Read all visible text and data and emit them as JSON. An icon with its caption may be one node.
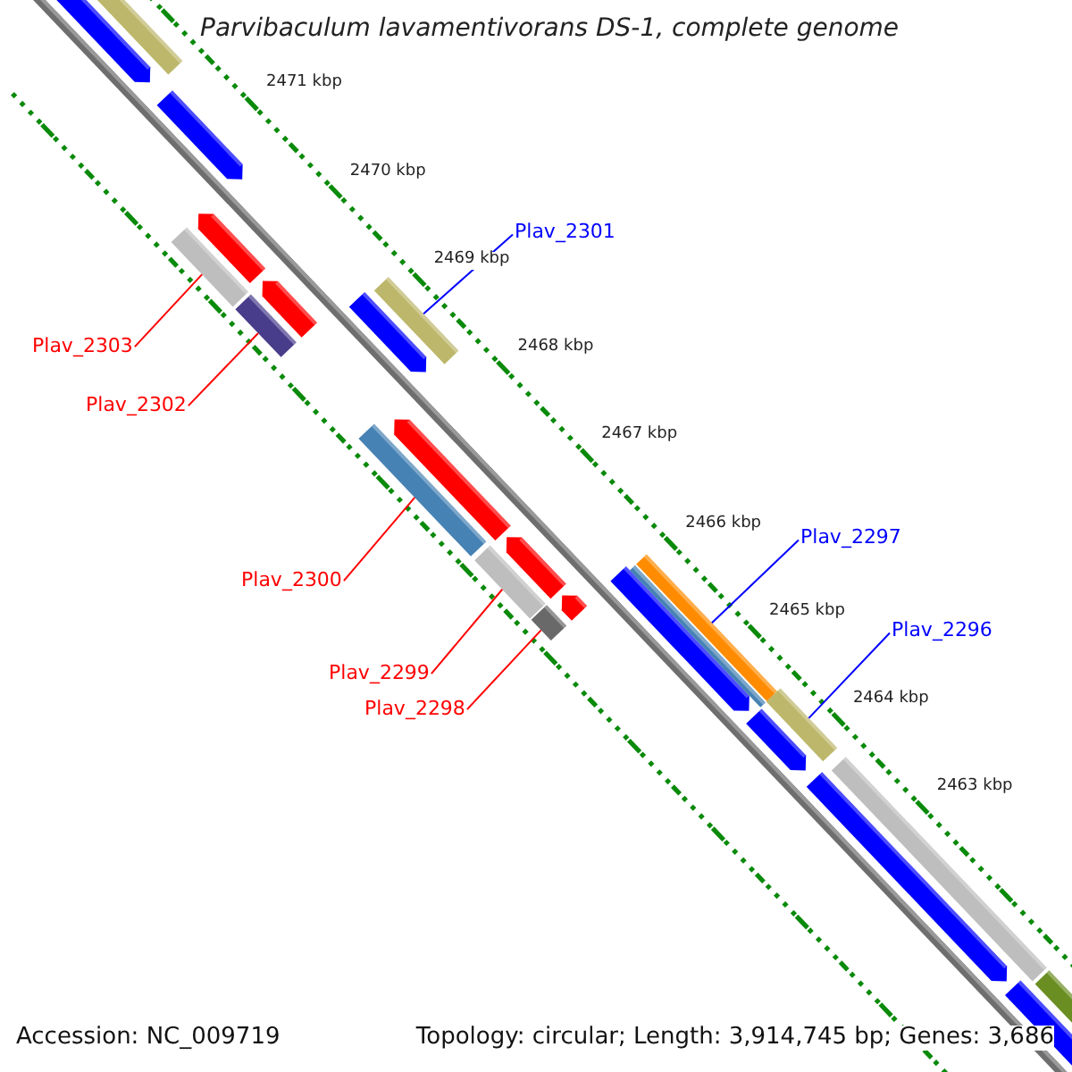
{
  "diagram": {
    "title": "Parvibaculum lavamentivorans DS-1, complete genome",
    "nodes": [
      {
        "text": [
          "Plav_2301"
        ]
      },
      {
        "text": [],
        "shape": "bar"
      },
      {
        "text": [
          "Plav_2303"
        ]
      },
      {
        "text": [],
        "shape": "bar"
      },
      {
        "text": [
          "Plav_2302"
        ]
      },
      {
        "text": [],
        "shape": "bar"
      },
      {
        "text": [
          "Plav_2300"
        ]
      },
      {
        "text": [],
        "shape": "bar"
      },
      {
        "text": [
          "Plav_2299"
        ]
      },
      {
        "text": [],
        "shape": "bar"
      },
      {
        "text": [
          "Plav_2298"
        ]
      },
      {
        "text": [],
        "shape": "bar"
      },
      {
        "text": [
          "Plav_2297"
        ]
      },
      {
        "text": [],
        "shape": "bar"
      },
      {
        "text": [
          "Plav_2296"
        ]
      },
      {
        "text": [],
        "shape": "bar"
      }
    ],
    "edges": [
      {
        "from": 0,
        "to": 1,
        "arrow": "none",
        "color": "#0000ff"
      },
      {
        "from": 2,
        "to": 3,
        "arrow": "none",
        "color": "#ff0000"
      },
      {
        "from": 4,
        "to": 5,
        "arrow": "none",
        "color": "#ff0000"
      },
      {
        "from": 6,
        "to": 7,
        "arrow": "none",
        "color": "#ff0000"
      },
      {
        "from": 8,
        "to": 9,
        "arrow": "none",
        "color": "#ff0000"
      },
      {
        "from": 10,
        "to": 11,
        "arrow": "none",
        "color": "#ff0000"
      },
      {
        "from": 12,
        "to": 13,
        "arrow": "none",
        "color": "#0000ff"
      },
      {
        "from": 14,
        "to": 15,
        "arrow": "none",
        "color": "#0000ff"
      }
    ],
    "labels": [
      "2471 kbp",
      "2470 kbp",
      "2469 kbp",
      "2468 kbp",
      "2467 kbp",
      "2466 kbp",
      "2465 kbp",
      "2464 kbp",
      "2463 kbp",
      "Accession: NC_009719",
      "Topology: circular; Length: 3,914,745 bp; Genes: 3,686"
    ]
  }
}
